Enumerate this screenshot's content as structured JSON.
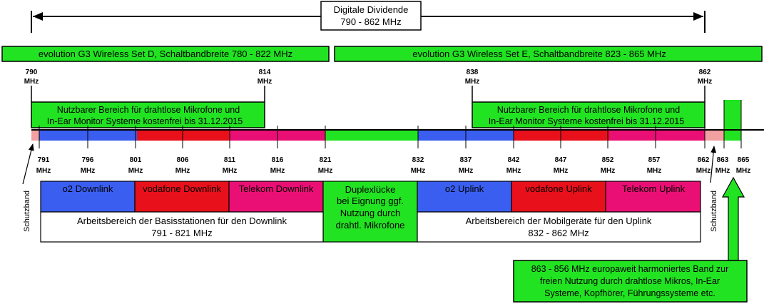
{
  "colors": {
    "green": "#22e322",
    "blue": "#3a5ef0",
    "red": "#e8101a",
    "pink": "#ea0f74",
    "guard": "#f2a0a0",
    "white": "#ffffff",
    "line": "#000000"
  },
  "dividend": {
    "title": "Digitale Dividende",
    "range": "790 - 862 MHz"
  },
  "sets": [
    {
      "label": "evolution G3 Wireless Set D, Schaltbandbreite 780 - 822 MHz"
    },
    {
      "label": "evolution G3 Wireless Set E, Schaltbandbreite 823 - 865 MHz"
    }
  ],
  "top_freqs": [
    {
      "value": "790",
      "unit": "MHz"
    },
    {
      "value": "814",
      "unit": "MHz"
    },
    {
      "value": "838",
      "unit": "MHz"
    },
    {
      "value": "862",
      "unit": "MHz"
    }
  ],
  "usable_notes": [
    {
      "line1": "Nutzbarer Bereich für drahtlose Mikrofone und",
      "line2": "In-Ear Monitor Systeme kostenfrei bis 31.12.2015"
    },
    {
      "line1": "Nutzbarer Bereich für drahtlose Mikrofone und",
      "line2": "In-Ear Monitor Systeme kostenfrei bis 31.12.2015"
    }
  ],
  "ticks": [
    {
      "value": "791",
      "unit": "MHz"
    },
    {
      "value": "796",
      "unit": "MHz"
    },
    {
      "value": "801",
      "unit": "MHz"
    },
    {
      "value": "806",
      "unit": "MHz"
    },
    {
      "value": "811",
      "unit": "MHz"
    },
    {
      "value": "816",
      "unit": "MHz"
    },
    {
      "value": "821",
      "unit": "MHz"
    },
    {
      "value": "832",
      "unit": "MHz"
    },
    {
      "value": "837",
      "unit": "MHz"
    },
    {
      "value": "842",
      "unit": "MHz"
    },
    {
      "value": "847",
      "unit": "MHz"
    },
    {
      "value": "852",
      "unit": "MHz"
    },
    {
      "value": "857",
      "unit": "MHz"
    },
    {
      "value": "862",
      "unit": "MHz"
    },
    {
      "value": "863",
      "unit": "MHz"
    },
    {
      "value": "865",
      "unit": "MHz"
    }
  ],
  "schutzband_label": "Schutzband",
  "operators": {
    "downlink": [
      "o2 Downlink",
      "vodafone Downlink",
      "Telekom Downlink"
    ],
    "uplink": [
      "o2 Uplink",
      "vodafone Uplink",
      "Telekom Uplink"
    ]
  },
  "duplex": {
    "line1": "Duplexlücke",
    "line2": "bei Eignung ggf.",
    "line3": "Nutzung durch",
    "line4": "drahtl. Mikrofone"
  },
  "work_ranges": {
    "downlink": {
      "line1": "Arbeitsbereich der Basisstationen für den Downlink",
      "line2": "791 - 821 MHz"
    },
    "uplink": {
      "line1": "Arbeitsbereich der Mobilgeräte für den Uplink",
      "line2": "832 - 862 MHz"
    }
  },
  "europe_band": {
    "line1": "863 - 856 MHz europaweit harmoniertes Band zur",
    "line2": "freien Nutzung durch drahtlose Mikros, In-Ear",
    "line3": "Systeme, Kopfhörer, Führungssysteme etc."
  }
}
